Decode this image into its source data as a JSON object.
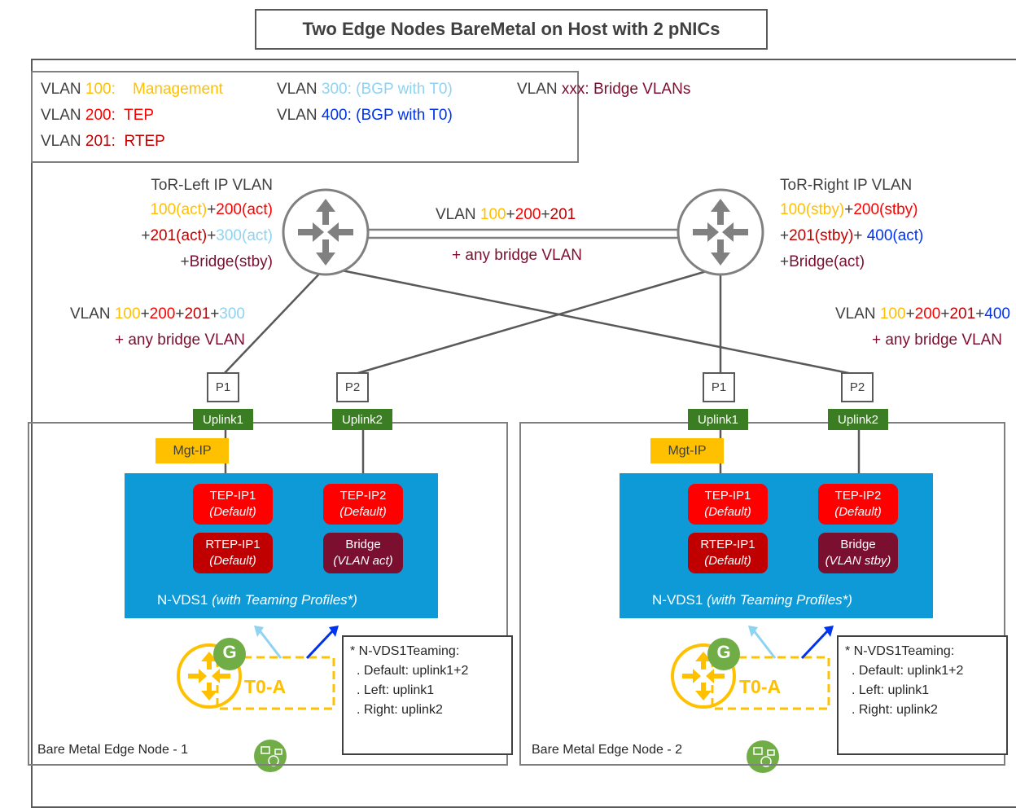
{
  "title": "Two Edge Nodes BareMetal on Host with 2 pNICs",
  "legend": {
    "line1": {
      "prefix": "VLAN ",
      "num": "100",
      "sep": ":    ",
      "name": "Management"
    },
    "line2": {
      "prefix": "VLAN ",
      "num": "200",
      "sep": ":  ",
      "name": "TEP"
    },
    "line3": {
      "prefix": "VLAN ",
      "num": "201",
      "sep": ":  ",
      "name": "RTEP"
    },
    "line4": {
      "prefix": "VLAN ",
      "num": "300",
      "rest": ": (BGP with T0)"
    },
    "line5": {
      "prefix": "VLAN ",
      "num": "400",
      "rest": ": (BGP with T0)"
    },
    "line6": {
      "prefix": "VLAN ",
      "num": "xxx",
      "rest": ": Bridge VLANs"
    }
  },
  "tor_left": {
    "title": "ToR-Left IP VLAN",
    "l2": [
      "100(act)",
      "+",
      "200(act)"
    ],
    "l3": [
      "+",
      "201(act)",
      "+",
      "300(act)"
    ],
    "l4": [
      "+",
      "Bridge(stby)"
    ]
  },
  "tor_right": {
    "title": "ToR-Right IP VLAN",
    "l2": [
      "100(stby)",
      "+",
      "200(stby)"
    ],
    "l3": [
      "+",
      "201(stby)",
      "+ ",
      "400(act)"
    ],
    "l4": [
      "+",
      "Bridge(act)"
    ]
  },
  "interlink": {
    "top": [
      "VLAN ",
      "100",
      "+",
      "200",
      "+",
      "201"
    ],
    "bottom": "+ any bridge VLAN"
  },
  "left_vlan": {
    "top": [
      "VLAN ",
      "100",
      "+",
      "200",
      "+",
      "201",
      "+",
      "300"
    ],
    "bottom": "+ any bridge VLAN"
  },
  "right_vlan": {
    "top": [
      "VLAN ",
      "100",
      "+",
      "200",
      "+",
      "201",
      "+",
      "400"
    ],
    "bottom": "+ any bridge VLAN"
  },
  "nodes": [
    {
      "label": "Bare Metal Edge Node - 1",
      "p1": "P1",
      "p2": "P2",
      "uplink1": "Uplink1",
      "uplink2": "Uplink2",
      "mgt": "Mgt-IP",
      "tep1": {
        "name": "TEP-IP1",
        "sub": "(Default)"
      },
      "tep2": {
        "name": "TEP-IP2",
        "sub": "(Default)"
      },
      "rtep": {
        "name": "RTEP-IP1",
        "sub": "(Default)"
      },
      "bridge": {
        "name": "Bridge",
        "sub": "(VLAN act)"
      },
      "nvds_name": "N-VDS1 ",
      "nvds_sub": "(with Teaming Profiles*)",
      "t0": "T0-A",
      "g": "G",
      "teaming": [
        "* N-VDS1Teaming:",
        ". Default: uplink1+2",
        ". Left: uplink1",
        ". Right: uplink2"
      ]
    },
    {
      "label": "Bare Metal Edge Node - 2",
      "p1": "P1",
      "p2": "P2",
      "uplink1": "Uplink1",
      "uplink2": "Uplink2",
      "mgt": "Mgt-IP",
      "tep1": {
        "name": "TEP-IP1",
        "sub": "(Default)"
      },
      "tep2": {
        "name": "TEP-IP2",
        "sub": "(Default)"
      },
      "rtep": {
        "name": "RTEP-IP1",
        "sub": "(Default)"
      },
      "bridge": {
        "name": "Bridge",
        "sub": "(VLAN stby)"
      },
      "nvds_name": "N-VDS1 ",
      "nvds_sub": "(with Teaming Profiles*)",
      "t0": "T0-A",
      "g": "G",
      "teaming": [
        "* N-VDS1Teaming:",
        ". Default: uplink1+2",
        ". Left: uplink1",
        ". Right: uplink2"
      ]
    }
  ],
  "colors": {
    "management": "#ffc000",
    "tep": "#ff0000",
    "rtep": "#c00000",
    "vlan300": "#8fd3f2",
    "vlan400": "#0033ee",
    "bridge": "#7b0f2f",
    "nvds": "#0e9ad7",
    "uplink": "#3a7d22",
    "g_badge": "#70ad47"
  },
  "icons": [
    "router-icon",
    "tier0-router-icon",
    "edge-node-icon"
  ]
}
